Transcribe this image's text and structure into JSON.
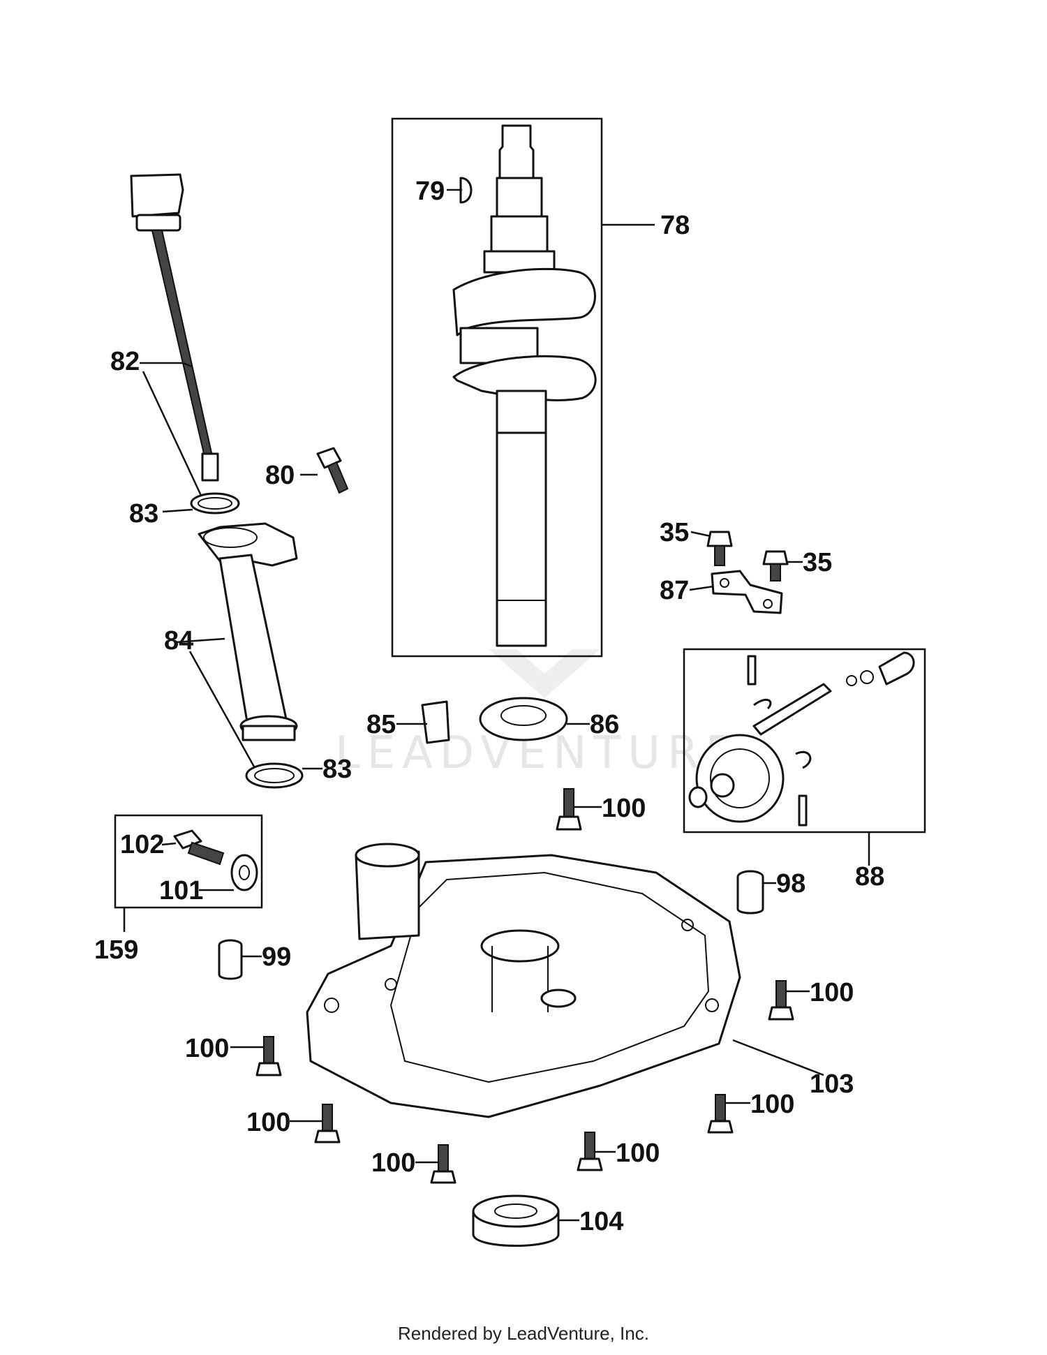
{
  "watermark": "LEADVENTURE",
  "footer": "Rendered by LeadVenture, Inc.",
  "callouts": {
    "c79": "79",
    "c78": "78",
    "c82": "82",
    "c80": "80",
    "c83a": "83",
    "c83b": "83",
    "c84": "84",
    "c85": "85",
    "c86": "86",
    "c35a": "35",
    "c35b": "35",
    "c87": "87",
    "c88": "88",
    "c100a": "100",
    "c100b": "100",
    "c100c": "100",
    "c100d": "100",
    "c100e": "100",
    "c100f": "100",
    "c100g": "100",
    "c102": "102",
    "c101": "101",
    "c159": "159",
    "c98": "98",
    "c99": "99",
    "c103": "103",
    "c104": "104"
  }
}
